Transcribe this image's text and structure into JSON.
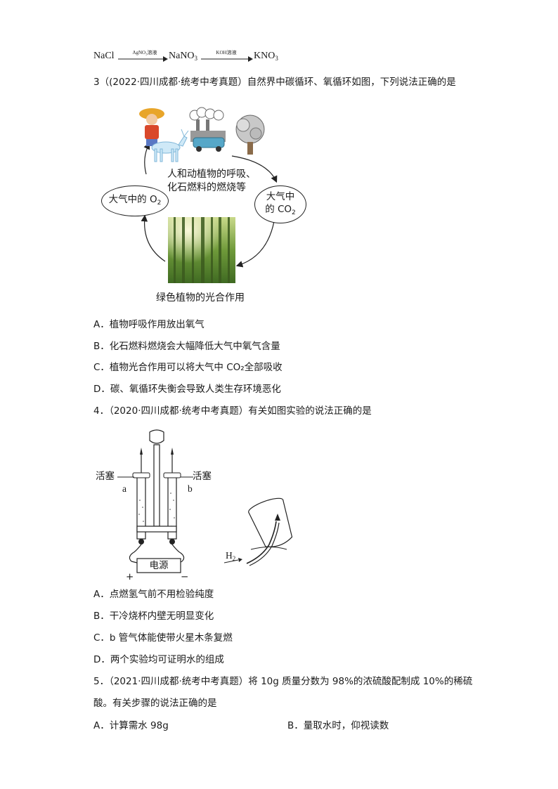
{
  "equation": {
    "nacl": "NaCl",
    "reagent1": "AgNO₃溶液",
    "nano3": "NaNO",
    "nano3_sub": "3",
    "reagent2": "KOH溶液",
    "kno3": "KNO",
    "kno3_sub": "3"
  },
  "q3": {
    "stem": "3（(2022·四川成都·统考中考真题）自然界中碳循环、氧循环如图，下列说法正确的是",
    "diagram": {
      "respiration_line1": "人和动植物的呼吸、",
      "respiration_line2": "化石燃料的燃烧等",
      "o2_label": "大气中的 O",
      "o2_sub": "2",
      "co2_line1": "大气中",
      "co2_line2": "的 CO",
      "co2_sub": "2",
      "photosynthesis": "绿色植物的光合作用"
    },
    "options": [
      "A．植物呼吸作用放出氧气",
      "B．化石燃料燃烧会大幅降低大气中氧气含量",
      "C．植物光合作用可以将大气中 CO₂全部吸收",
      "D．碳、氧循环失衡会导致人类生存环境恶化"
    ]
  },
  "q4": {
    "stem": "4．（2020·四川成都·统考中考真题）有关如图实验的说法正确的是",
    "diagram": {
      "stopcock_left": "活塞",
      "stopcock_right": "活塞",
      "tube_a": "a",
      "tube_b": "b",
      "power": "电源",
      "plus": "+",
      "minus": "−",
      "h2": "H",
      "h2_sub": "2"
    },
    "options": [
      "A．点燃氢气前不用检验纯度",
      "B．干冷烧杯内壁无明显变化",
      "C．b 管气体能使带火星木条复燃",
      "D．两个实验均可证明水的组成"
    ]
  },
  "q5": {
    "stem_line1": "5．（2021·四川成都·统考中考真题）将 10g 质量分数为 98%的浓硫酸配制成 10%的稀硫",
    "stem_line2": "酸。有关步骤的说法正确的是",
    "option_a": "A．计算需水 98g",
    "option_b": "B．量取水时，仰视读数"
  }
}
